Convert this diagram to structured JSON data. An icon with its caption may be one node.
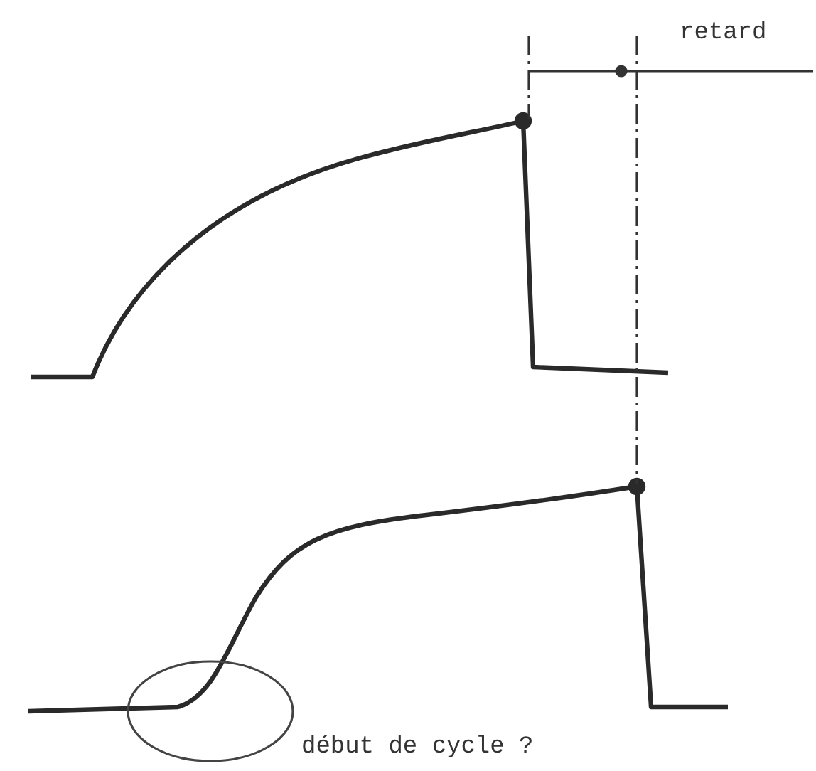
{
  "diagram": {
    "nodes": [
      {
        "text": [],
        "shape": "circle",
        "beside": [
          "début de cycle ?"
        ]
      }
    ],
    "labels": [
      "retard"
    ]
  }
}
